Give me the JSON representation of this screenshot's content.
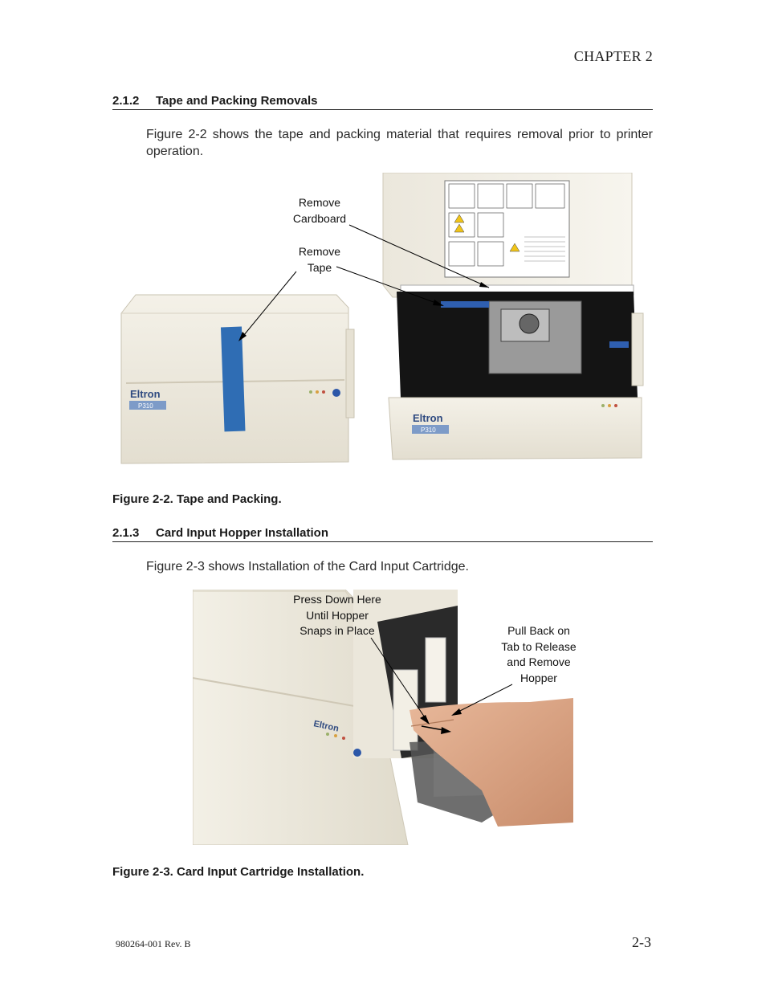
{
  "header": {
    "chapter": "CHAPTER 2"
  },
  "section1": {
    "number": "2.1.2",
    "title": "Tape and Packing Removals",
    "paragraph": "Figure 2-2 shows the tape and packing material that requires removal prior to printer operation."
  },
  "figure1": {
    "callout_cardboard_line1": "Remove",
    "callout_cardboard_line2": "Cardboard",
    "callout_tape_line1": "Remove",
    "callout_tape_line2": "Tape",
    "printer_brand": "Eltron",
    "printer_model": "P310",
    "caption": "Figure 2-2. Tape and Packing."
  },
  "section2": {
    "number": "2.1.3",
    "title": "Card Input Hopper Installation",
    "paragraph": "Figure 2-3 shows Installation of the Card Input Cartridge."
  },
  "figure2": {
    "callout_press_line1": "Press Down Here",
    "callout_press_line2": "Until Hopper",
    "callout_press_line3": "Snaps in Place",
    "callout_pull_line1": "Pull Back on",
    "callout_pull_line2": "Tab to Release",
    "callout_pull_line3": "and Remove",
    "callout_pull_line4": "Hopper",
    "printer_brand": "Eltron",
    "caption": "Figure 2-3. Card Input Cartridge Installation."
  },
  "footer": {
    "doc_number": "980264-001 Rev. B",
    "page_number": "2-3"
  }
}
